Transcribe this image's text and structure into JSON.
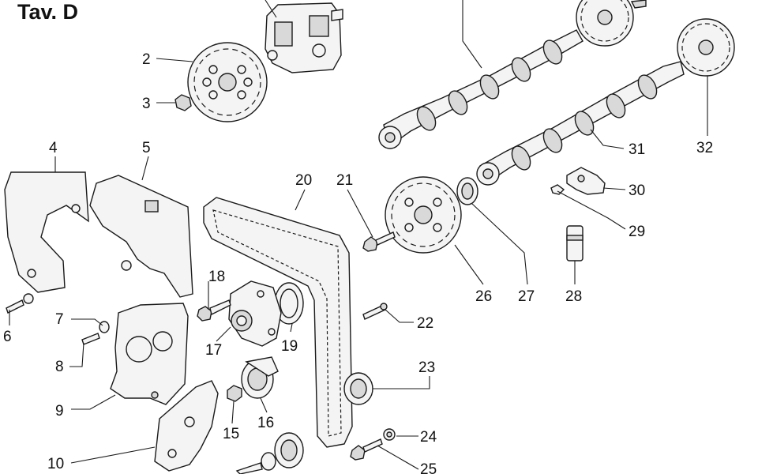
{
  "title": "Tav. D",
  "callouts": [
    {
      "id": "2",
      "label": "2"
    },
    {
      "id": "3",
      "label": "3"
    },
    {
      "id": "4",
      "label": "4"
    },
    {
      "id": "5",
      "label": "5"
    },
    {
      "id": "6",
      "label": "6"
    },
    {
      "id": "7",
      "label": "7"
    },
    {
      "id": "8",
      "label": "8"
    },
    {
      "id": "9",
      "label": "9"
    },
    {
      "id": "10",
      "label": "10"
    },
    {
      "id": "15",
      "label": "15"
    },
    {
      "id": "16",
      "label": "16"
    },
    {
      "id": "17",
      "label": "17"
    },
    {
      "id": "18",
      "label": "18"
    },
    {
      "id": "19",
      "label": "19"
    },
    {
      "id": "20",
      "label": "20"
    },
    {
      "id": "21",
      "label": "21"
    },
    {
      "id": "22",
      "label": "22"
    },
    {
      "id": "23",
      "label": "23"
    },
    {
      "id": "24",
      "label": "24"
    },
    {
      "id": "25",
      "label": "25"
    },
    {
      "id": "26",
      "label": "26"
    },
    {
      "id": "27",
      "label": "27"
    },
    {
      "id": "28",
      "label": "28"
    },
    {
      "id": "29",
      "label": "29"
    },
    {
      "id": "30",
      "label": "30"
    },
    {
      "id": "31",
      "label": "31"
    },
    {
      "id": "32",
      "label": "32"
    }
  ]
}
